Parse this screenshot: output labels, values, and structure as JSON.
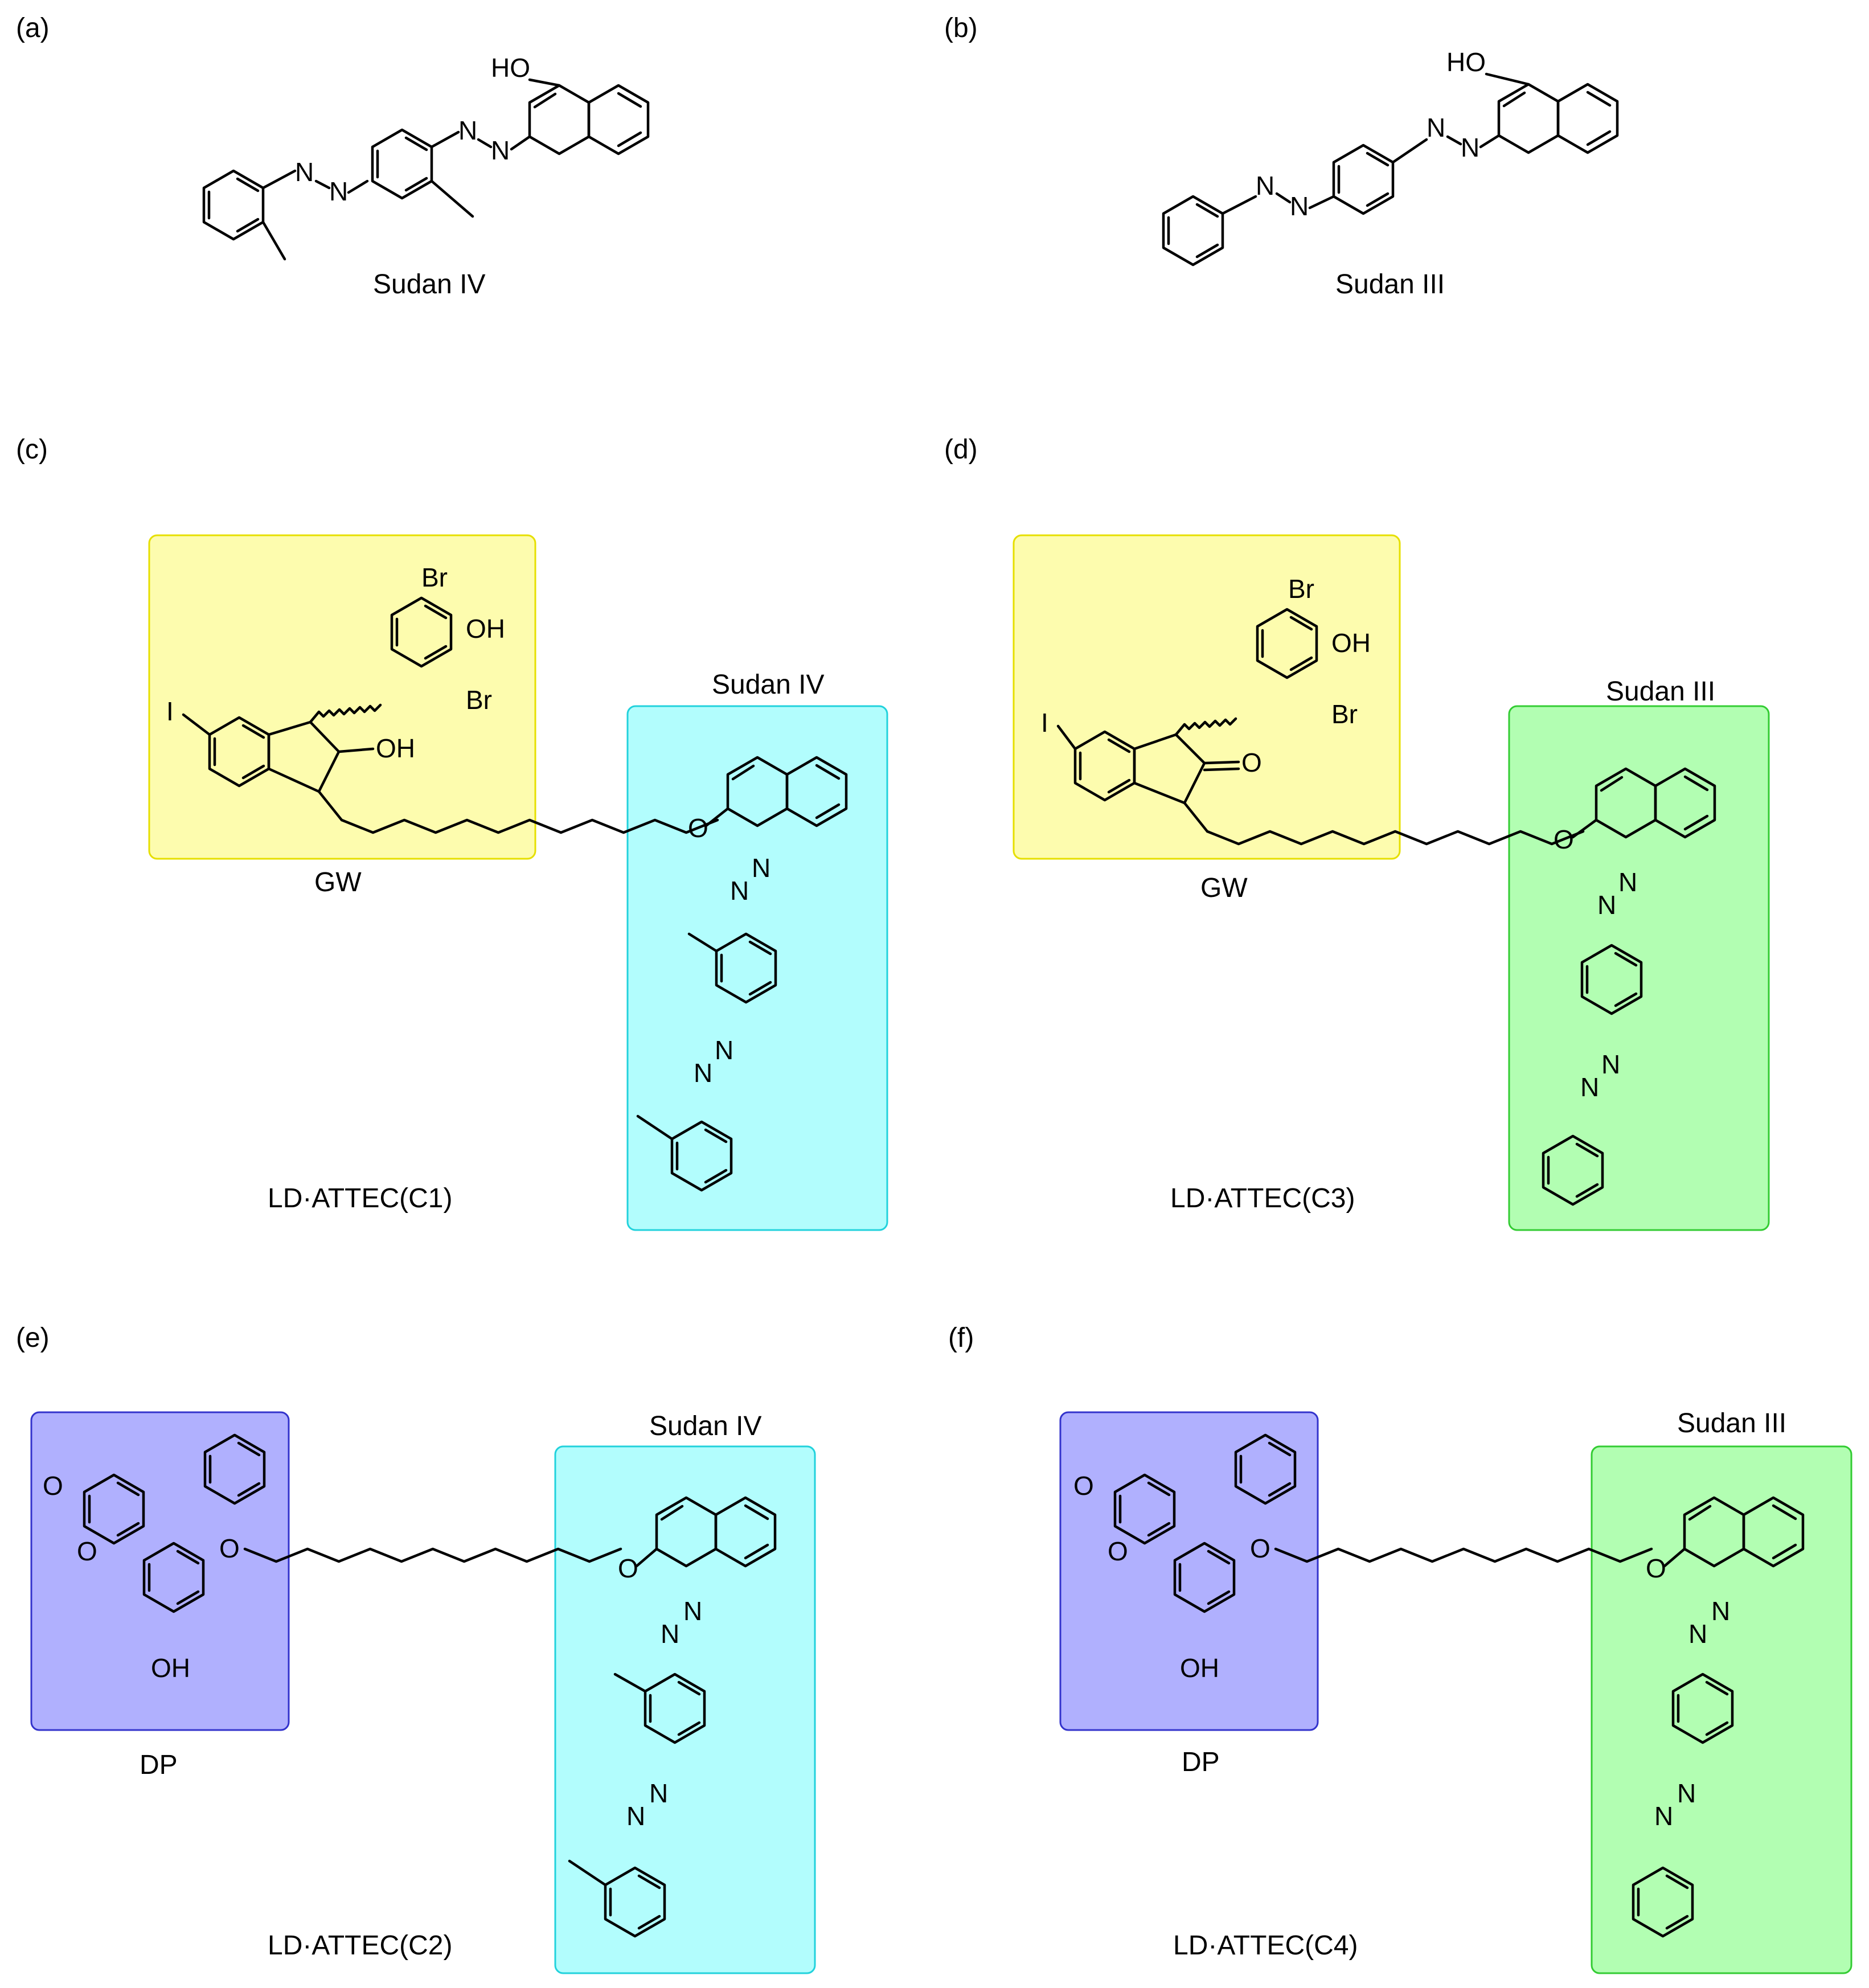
{
  "colors": {
    "yellow_box_fill": "#fdfcae",
    "yellow_box_stroke": "#e6df00",
    "cyan_box_fill": "#b2fdfd",
    "cyan_box_stroke": "#22d2dc",
    "green_box_fill": "#b2feb2",
    "green_box_stroke": "#33cc33",
    "purple_box_fill": "#b0b0fe",
    "purple_box_stroke": "#3333cc"
  },
  "panels": [
    {
      "id": "a",
      "panel_label": "(a)",
      "compound": "Sudan IV",
      "fragments": []
    },
    {
      "id": "b",
      "panel_label": "(b)",
      "compound": "Sudan III",
      "fragments": []
    },
    {
      "id": "c",
      "panel_label": "(c)",
      "compound": "LD·ATTEC(C1)",
      "fragments": [
        "GW",
        "Sudan IV"
      ]
    },
    {
      "id": "d",
      "panel_label": "(d)",
      "compound": "LD·ATTEC(C3)",
      "fragments": [
        "GW",
        "Sudan III"
      ]
    },
    {
      "id": "e",
      "panel_label": "(e)",
      "compound": "LD·ATTEC(C2)",
      "fragments": [
        "DP",
        "Sudan IV"
      ]
    },
    {
      "id": "f",
      "panel_label": "(f)",
      "compound": "LD·ATTEC(C4)",
      "fragments": [
        "DP",
        "Sudan III"
      ]
    }
  ],
  "atom_labels": {
    "hydroxyl_left": "HO",
    "hydroxyl_right": "OH",
    "nitrogen": "N",
    "oxygen": "O",
    "bromine": "Br",
    "iodine": "I"
  }
}
